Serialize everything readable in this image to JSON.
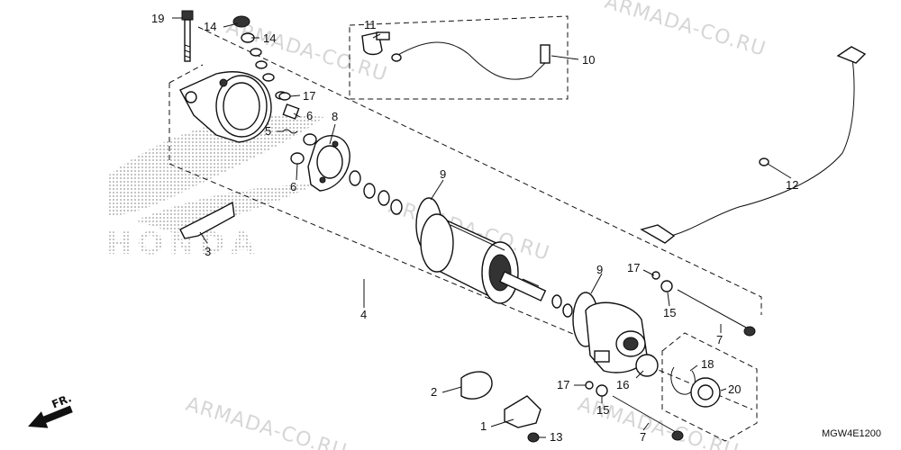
{
  "watermark": {
    "text": "ARMADA-CO.RU"
  },
  "brand_logo": {
    "text": "HONDA"
  },
  "diagram_code": "MGW4E1200",
  "direction_label": "FR.",
  "callouts": {
    "c1": "1",
    "c2": "2",
    "c3": "3",
    "c4": "4",
    "c5": "5",
    "c6a": "6",
    "c6b": "6",
    "c7a": "7",
    "c7b": "7",
    "c8": "8",
    "c9a": "9",
    "c9b": "9",
    "c10": "10",
    "c11": "11",
    "c12": "12",
    "c13": "13",
    "c14a": "14",
    "c14b": "14",
    "c15a": "15",
    "c15b": "15",
    "c16": "16",
    "c17a": "17",
    "c17b": "17",
    "c17c": "17",
    "c18": "18",
    "c19": "19",
    "c20": "20"
  }
}
